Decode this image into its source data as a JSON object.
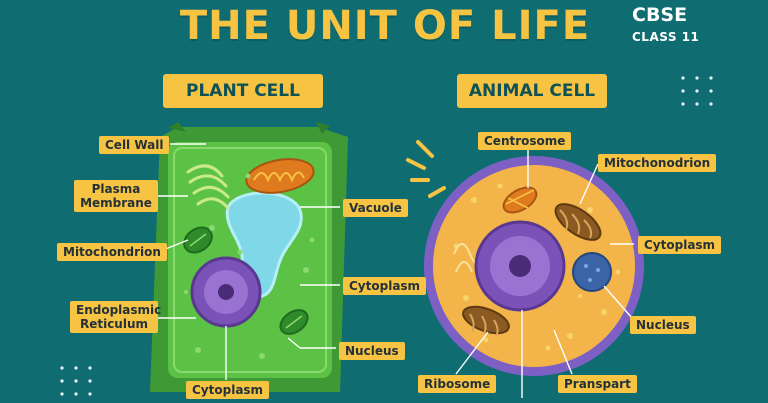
{
  "title": "THE UNIT OF LIFE",
  "badge": {
    "line1": "CBSE",
    "line2": "CLASS 11"
  },
  "plant": {
    "heading": "PLANT CELL",
    "labels": {
      "cell_wall": "Cell Wall",
      "plasma_membrane": "Plasma Membrane",
      "mitochondrion": "Mitochondrion",
      "endoplasmic_reticulum": "Endoplasmic Reticulum",
      "vacuole": "Vacuole",
      "cytoplasm_right": "Cytoplasm",
      "nucleus": "Nucleus",
      "cytoplasm_bottom": "Cytoplasm"
    }
  },
  "animal": {
    "heading": "ANIMAL CELL",
    "labels": {
      "centrosome": "Centrosome",
      "mitochondrion": "Mitochonodrion",
      "cytoplasm": "Cytoplasm",
      "nucleus": "Nucleus",
      "ribosome": "Ribosome",
      "pranspart": "Pranspart"
    }
  },
  "colors": {
    "background": "#0f6d72",
    "accent": "#f6c343",
    "plant_wall": "#3f9a35",
    "plant_cytoplasm": "#5cc246",
    "vacuole": "#7fd8e8",
    "nucleus": "#7b52b8",
    "animal_cytoplasm": "#f3b54a",
    "animal_membrane": "#7e5fc4",
    "mitochondrion": "#e07a1f"
  }
}
